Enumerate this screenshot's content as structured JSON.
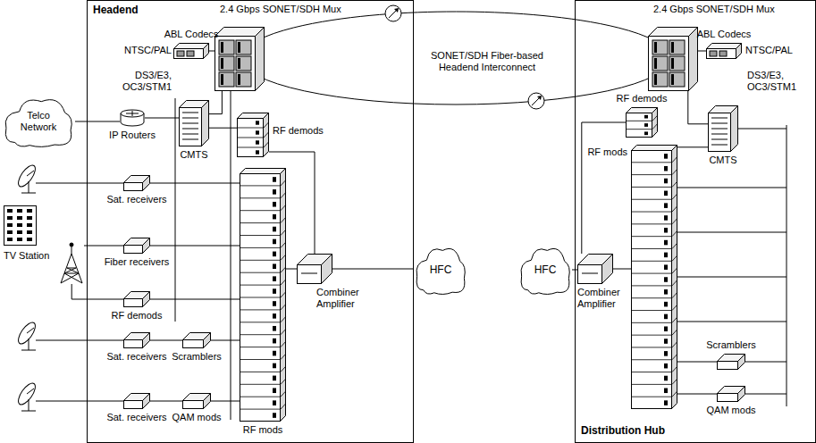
{
  "diagram": {
    "nodes": [
      {
        "text": [
          "Headend"
        ]
      },
      {
        "text": [
          "Telco Network"
        ]
      },
      {
        "text": [
          "TV Station"
        ]
      },
      {
        "text": [
          "2.4 Gbps SONET/SDH Mux"
        ],
        "in": 0
      },
      {
        "text": [
          "ABL Codecs"
        ],
        "in": 0
      },
      {
        "text": [
          "IP Routers"
        ],
        "in": 0
      },
      {
        "text": [
          "CMTS"
        ],
        "in": 0
      },
      {
        "text": [
          "RF demods"
        ],
        "in": 0
      },
      {
        "text": [
          "Sat. receivers"
        ],
        "in": 0
      },
      {
        "text": [
          "Fiber receivers"
        ],
        "in": 0
      },
      {
        "text": [
          "RF demods"
        ],
        "in": 0
      },
      {
        "text": [
          "Sat. receivers"
        ],
        "in": 0
      },
      {
        "text": [
          "Scramblers"
        ],
        "in": 0
      },
      {
        "text": [
          "Sat. receivers"
        ],
        "in": 0
      },
      {
        "text": [
          "QAM mods"
        ],
        "in": 0
      },
      {
        "text": [
          "RF mods"
        ],
        "in": 0
      },
      {
        "text": [
          "Combiner Amplifier"
        ],
        "in": 0
      },
      {
        "text": [
          "HFC"
        ]
      },
      {
        "text": [
          "HFC"
        ]
      },
      {
        "text": [
          "Distribution Hub"
        ]
      },
      {
        "text": [
          "2.4 Gbps SONET/SDH Mux"
        ],
        "in": 19
      },
      {
        "text": [
          "ABL Codecs"
        ],
        "in": 19
      },
      {
        "text": [
          "RF demods"
        ],
        "in": 19
      },
      {
        "text": [
          "CMTS"
        ],
        "in": 19
      },
      {
        "text": [
          "RF mods"
        ],
        "in": 19
      },
      {
        "text": [
          "Combiner Amplifier"
        ],
        "in": 19
      },
      {
        "text": [
          "Scramblers"
        ],
        "in": 19
      },
      {
        "text": [
          "QAM mods"
        ],
        "in": 19
      }
    ],
    "edges": [
      {
        "from": 1,
        "to": 5,
        "arrow": "none"
      },
      {
        "from": 5,
        "to": 6,
        "arrow": "none"
      },
      {
        "from": 3,
        "to": 4,
        "arrow": "none"
      },
      {
        "from": 3,
        "to": 6,
        "arrow": "none"
      },
      {
        "from": 6,
        "to": 7,
        "arrow": "none"
      },
      {
        "from": 7,
        "to": 16,
        "arrow": "none"
      },
      {
        "from": 2,
        "to": 9,
        "arrow": "none"
      },
      {
        "from": 2,
        "to": 10,
        "arrow": "none"
      },
      {
        "from": 8,
        "to": 15,
        "arrow": "none"
      },
      {
        "from": 9,
        "to": 15,
        "arrow": "none"
      },
      {
        "from": 10,
        "to": 15,
        "arrow": "none"
      },
      {
        "from": 11,
        "to": 12,
        "arrow": "none"
      },
      {
        "from": 12,
        "to": 15,
        "arrow": "none"
      },
      {
        "from": 13,
        "to": 14,
        "arrow": "none"
      },
      {
        "from": 14,
        "to": 15,
        "arrow": "none"
      },
      {
        "from": 15,
        "to": 16,
        "arrow": "none"
      },
      {
        "from": 16,
        "to": 17,
        "arrow": "none"
      },
      {
        "from": 3,
        "to": 20,
        "arrow": "none"
      },
      {
        "from": 18,
        "to": 25,
        "arrow": "none"
      },
      {
        "from": 20,
        "to": 21,
        "arrow": "none"
      },
      {
        "from": 20,
        "to": 23,
        "arrow": "none"
      },
      {
        "from": 22,
        "to": 25,
        "arrow": "none"
      },
      {
        "from": 23,
        "to": 24,
        "arrow": "none"
      },
      {
        "from": 24,
        "to": 25,
        "arrow": "none"
      },
      {
        "from": 26,
        "to": 24,
        "arrow": "none"
      },
      {
        "from": 27,
        "to": 24,
        "arrow": "none"
      }
    ],
    "labels": [
      "NTSC/PAL",
      "DS3/E3, OC3/STM1",
      "SONET/SDH Fiber-based Headend Interconnect",
      "NTSC/PAL",
      "DS3/E3, OC3/STM1"
    ]
  }
}
